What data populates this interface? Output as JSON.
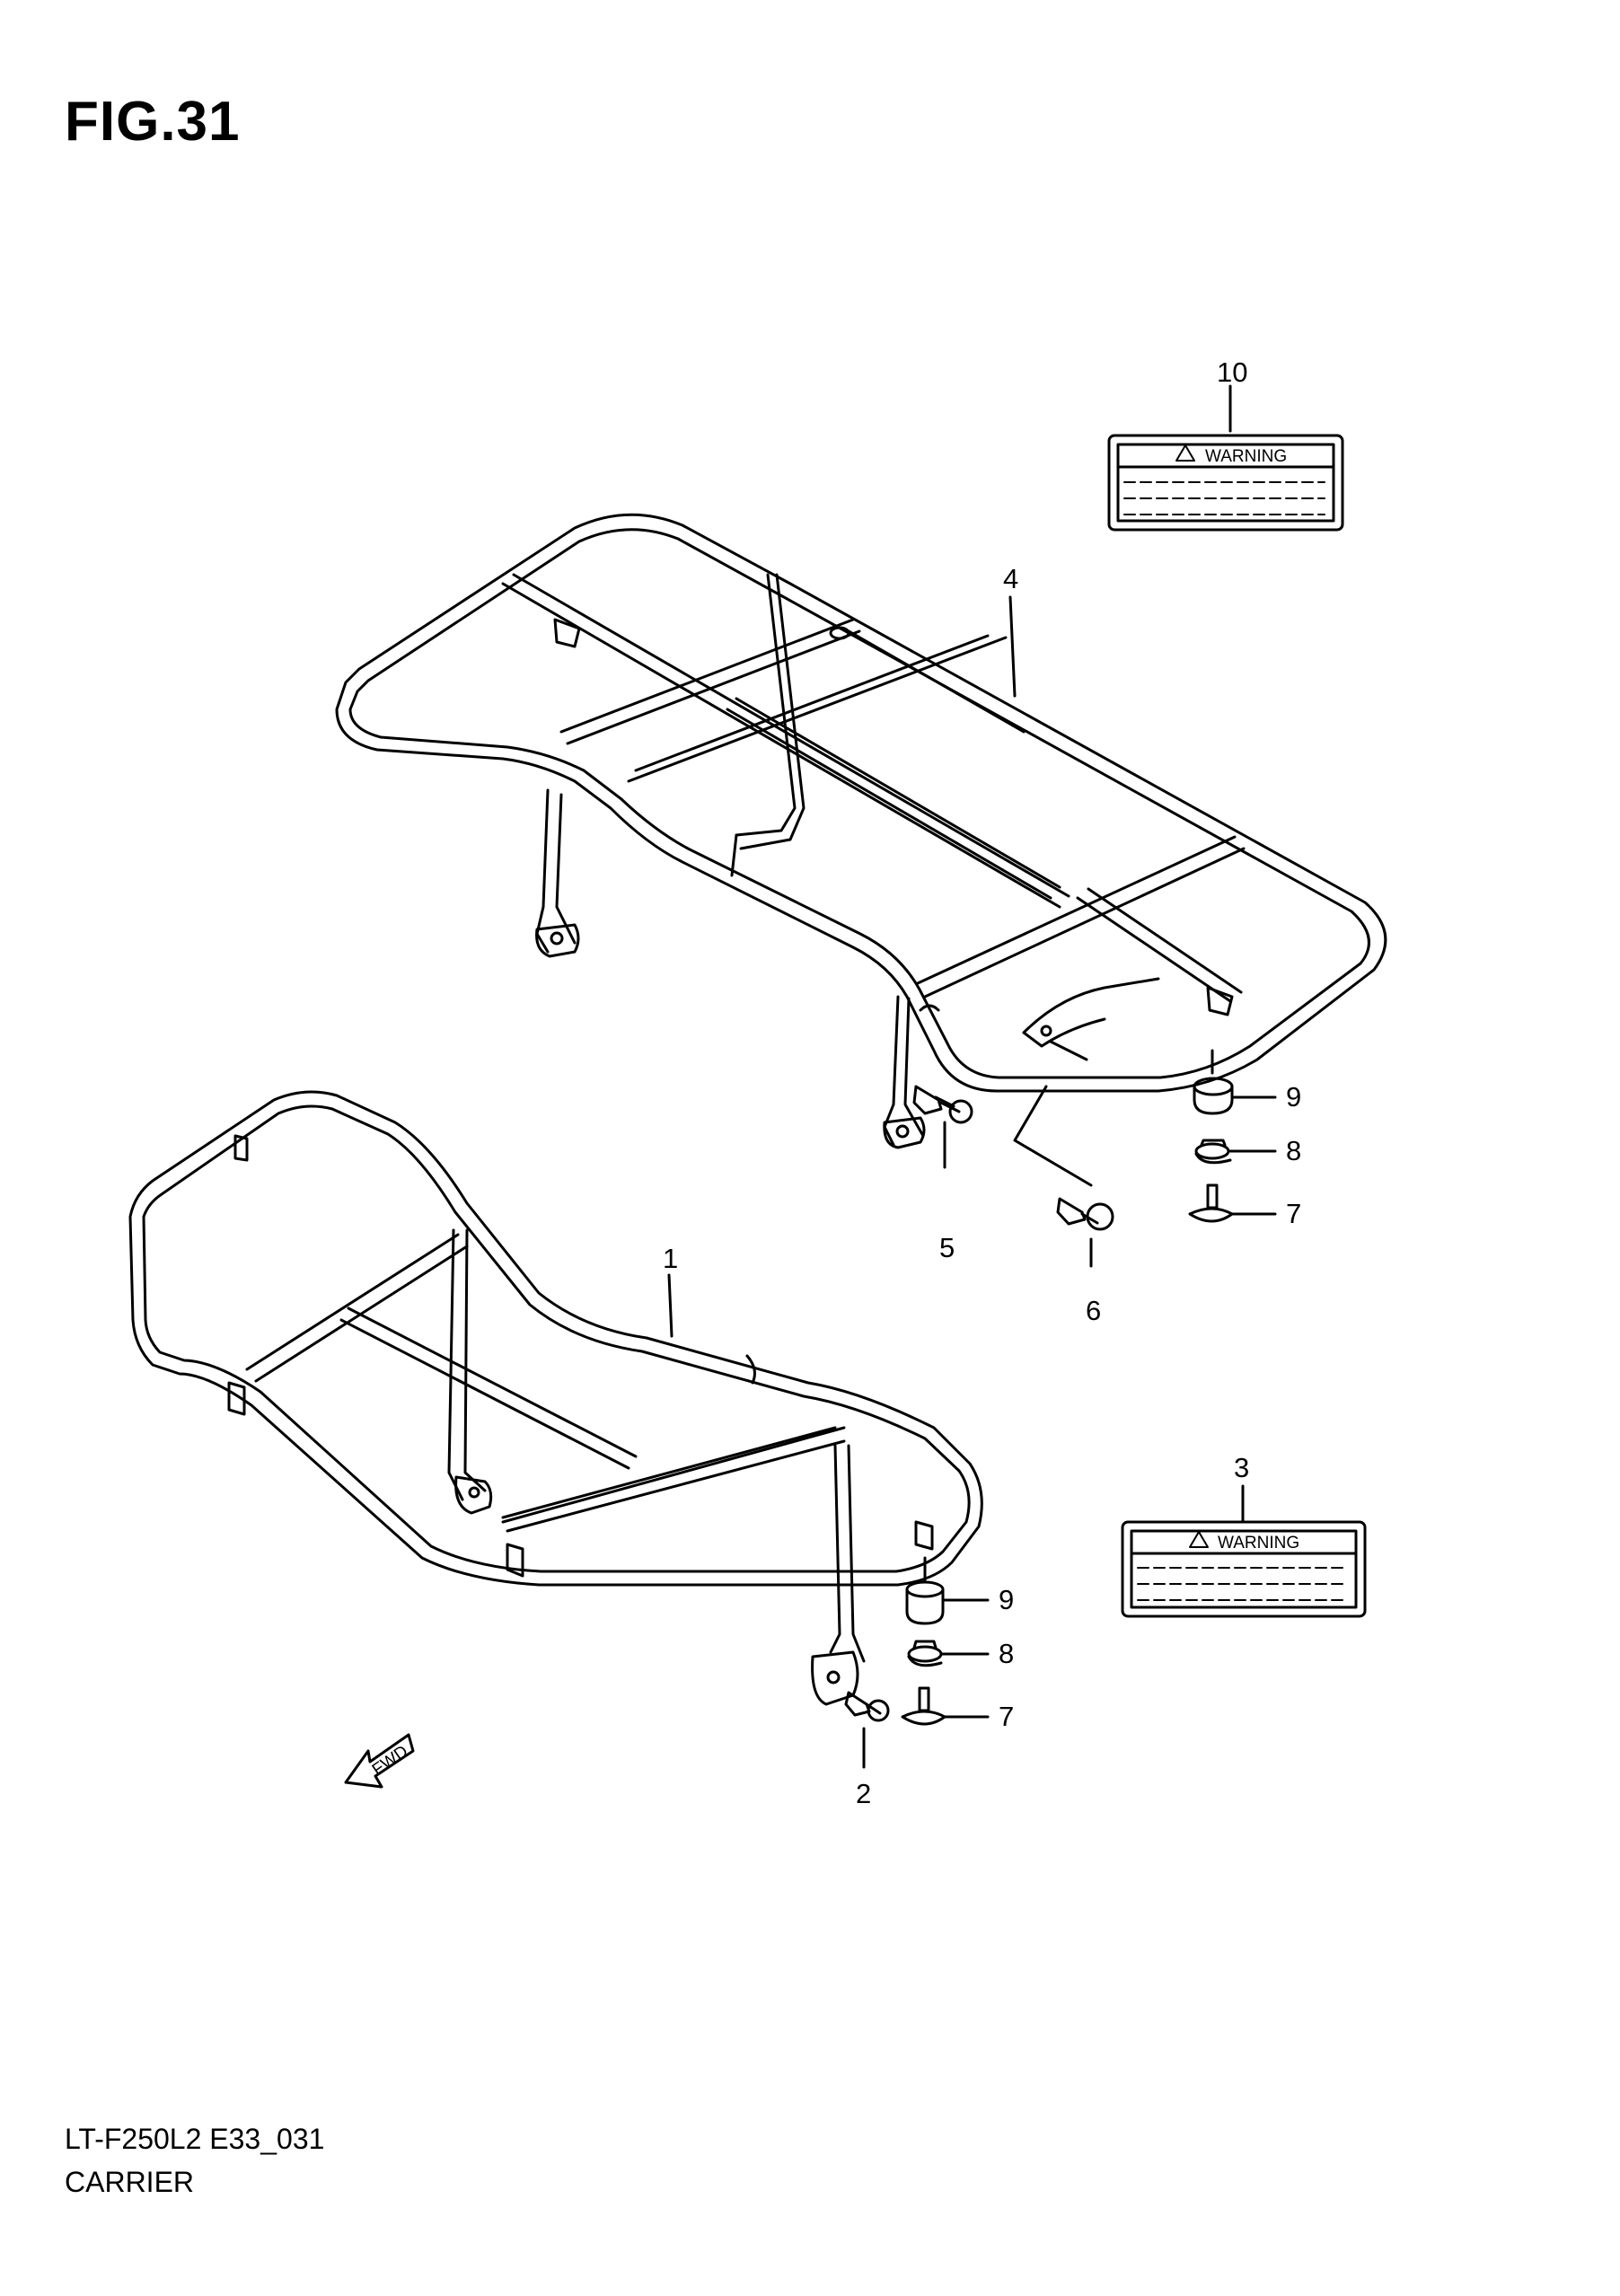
{
  "figure": {
    "title": "FIG.31"
  },
  "footer": {
    "model_code": "LT-F250L2 E33_031",
    "section_name": "CARRIER"
  },
  "parts": {
    "p1": "1",
    "p2": "2",
    "p3": "3",
    "p4": "4",
    "p5": "5",
    "p6": "6",
    "p7_front": "7",
    "p8_front": "8",
    "p9_front": "9",
    "p7_rear": "7",
    "p8_rear": "8",
    "p9_rear": "9",
    "p10": "10"
  },
  "labels": {
    "warning_top": "WARNING",
    "warning_bottom": "WARNING",
    "fwd_arrow": "FWD"
  },
  "colors": {
    "ink": "#000000",
    "paper": "#ffffff"
  }
}
